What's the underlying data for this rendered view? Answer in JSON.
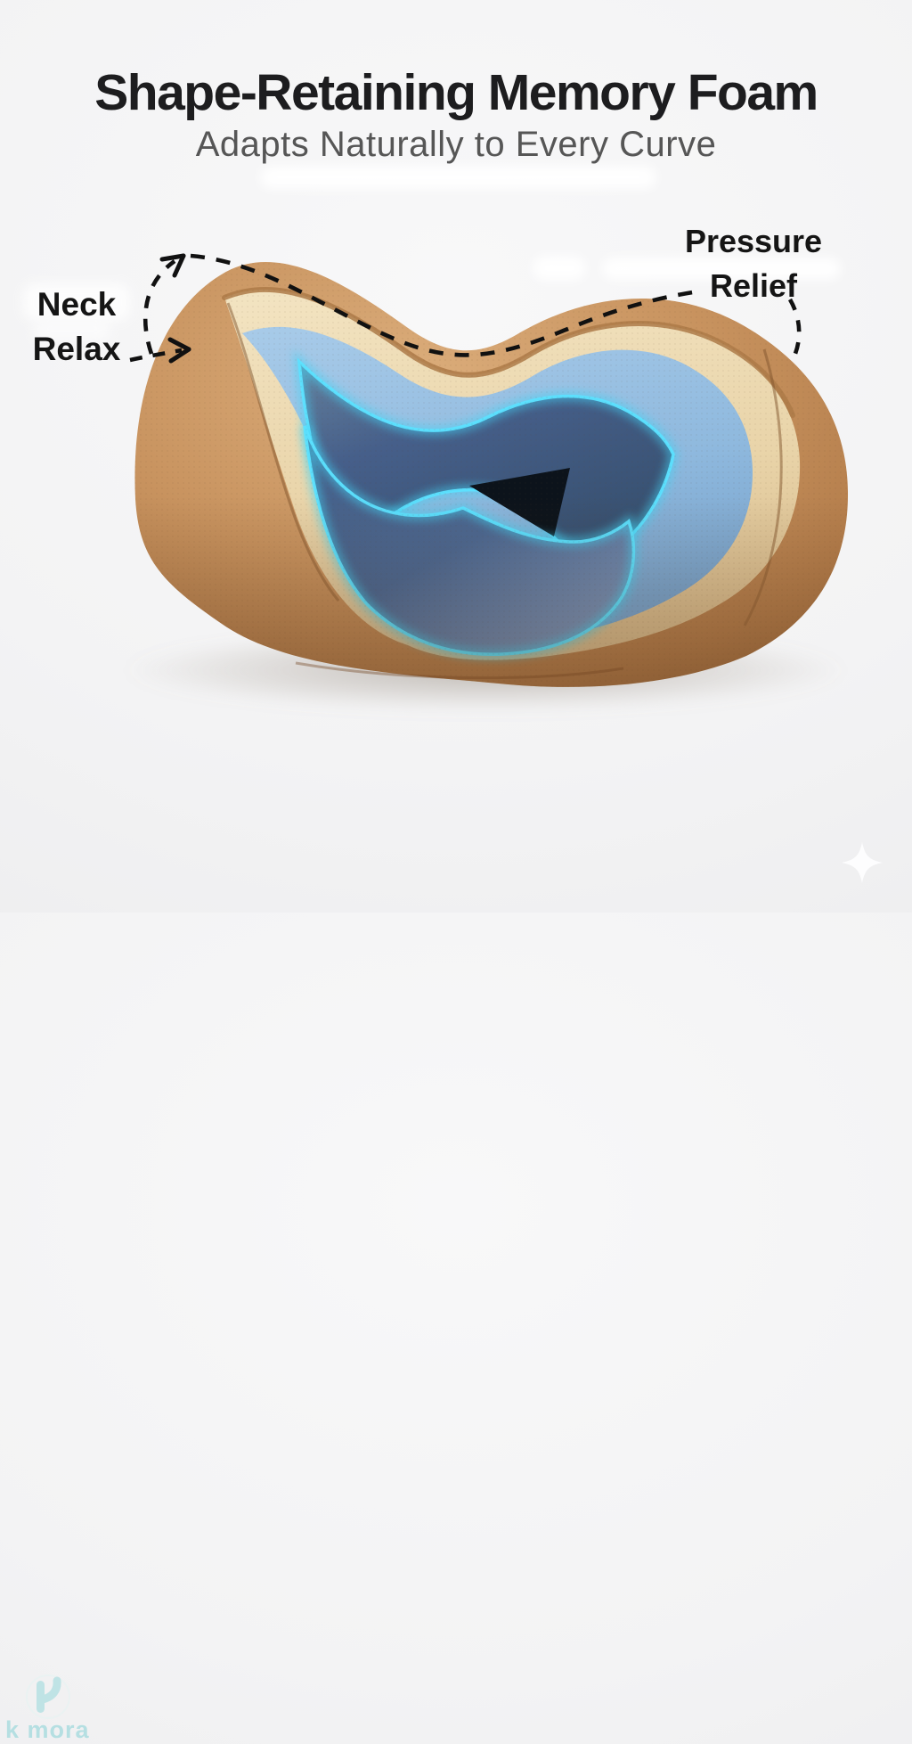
{
  "header": {
    "title": "Shape-Retaining Memory Foam",
    "subtitle": "Adapts Naturally to Every Curve"
  },
  "callouts": {
    "neck_relax": {
      "line1": "Neck",
      "line2": "Relax"
    },
    "pressure_relief": {
      "line1": "Pressure",
      "line2": "Relief"
    }
  },
  "product": {
    "illustration": "memory-foam-neck-pillow-cutaway",
    "layer_colors": [
      {
        "name": "outer-tan-cover",
        "color": "#c6915c"
      },
      {
        "name": "cream-foam-layer",
        "color": "#ecd9b2"
      },
      {
        "name": "light-blue-layer",
        "color": "#8fb9de"
      },
      {
        "name": "core-slate-foam",
        "color": "#48648e"
      },
      {
        "name": "contour-glow-line",
        "color": "#4adcf9"
      }
    ]
  },
  "brand": {
    "logo_text": "k mora"
  },
  "colors": {
    "background": "#f3f3f4",
    "title_text": "#1d1d1f",
    "subtitle_text": "#565656",
    "callout_text": "#151515",
    "arrow": "#111111",
    "logo_teal": "#b5dfe2",
    "sparkle_white": "#fdfdfe"
  }
}
